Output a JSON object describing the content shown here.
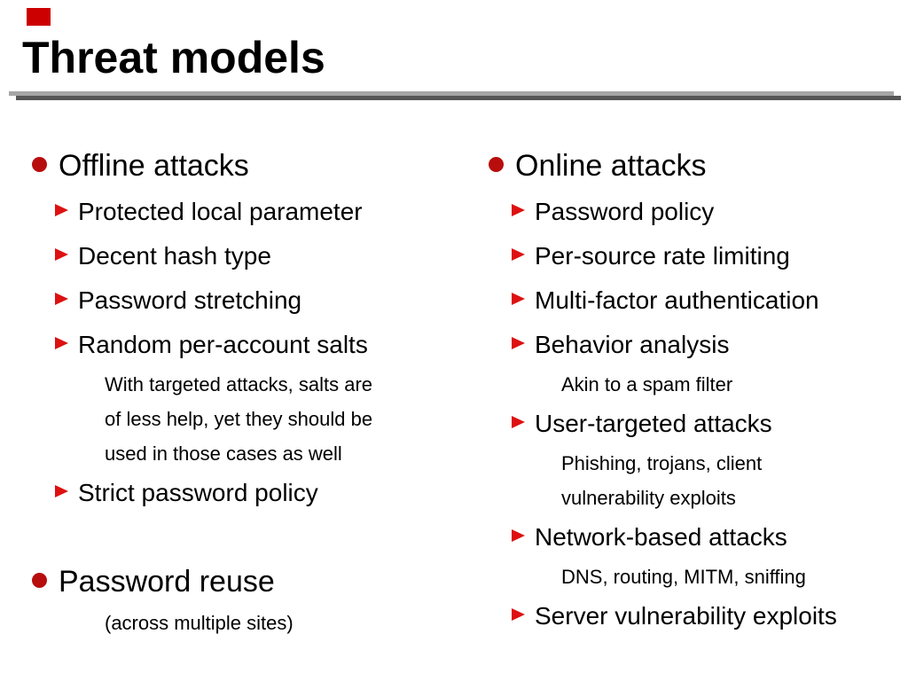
{
  "slide": {
    "title": "Threat models",
    "corner_mark": "red-square",
    "colors": {
      "background": "#ffffff",
      "text": "#000000",
      "accent_red": "#cc0000",
      "bullet_disc": "#b80d0d",
      "bullet_triangle": "#dd1111",
      "rule_light": "#a6a6a6",
      "rule_dark": "#575757"
    },
    "columns": [
      {
        "name": "left",
        "sections": [
          {
            "items": [
              {
                "level": 1,
                "text": "Offline attacks"
              },
              {
                "level": 2,
                "text": "Protected local parameter"
              },
              {
                "level": 2,
                "text": "Decent hash type"
              },
              {
                "level": 2,
                "text": "Password stretching"
              },
              {
                "level": 2,
                "text": "Random per-account salts"
              },
              {
                "level": 3,
                "text": "With targeted attacks, salts are"
              },
              {
                "level": 3,
                "text": "of less help, yet they should be"
              },
              {
                "level": 3,
                "text": "used in those cases as well"
              },
              {
                "level": 2,
                "text": "Strict password policy"
              }
            ]
          },
          {
            "items": [
              {
                "level": 1,
                "text": "Password reuse"
              },
              {
                "level": 3,
                "text": "(across multiple sites)"
              }
            ]
          }
        ]
      },
      {
        "name": "right",
        "sections": [
          {
            "items": [
              {
                "level": 1,
                "text": "Online attacks"
              },
              {
                "level": 2,
                "text": "Password policy"
              },
              {
                "level": 2,
                "text": "Per-source rate limiting"
              },
              {
                "level": 2,
                "text": "Multi-factor authentication"
              },
              {
                "level": 2,
                "text": "Behavior analysis"
              },
              {
                "level": 3,
                "text": "Akin to a spam filter"
              },
              {
                "level": 2,
                "text": "User-targeted attacks"
              },
              {
                "level": 3,
                "text": "Phishing, trojans, client"
              },
              {
                "level": 3,
                "text": "vulnerability exploits"
              },
              {
                "level": 2,
                "text": "Network-based attacks"
              },
              {
                "level": 3,
                "text": "DNS, routing, MITM, sniffing"
              },
              {
                "level": 2,
                "text": "Server vulnerability exploits"
              }
            ]
          }
        ]
      }
    ]
  }
}
